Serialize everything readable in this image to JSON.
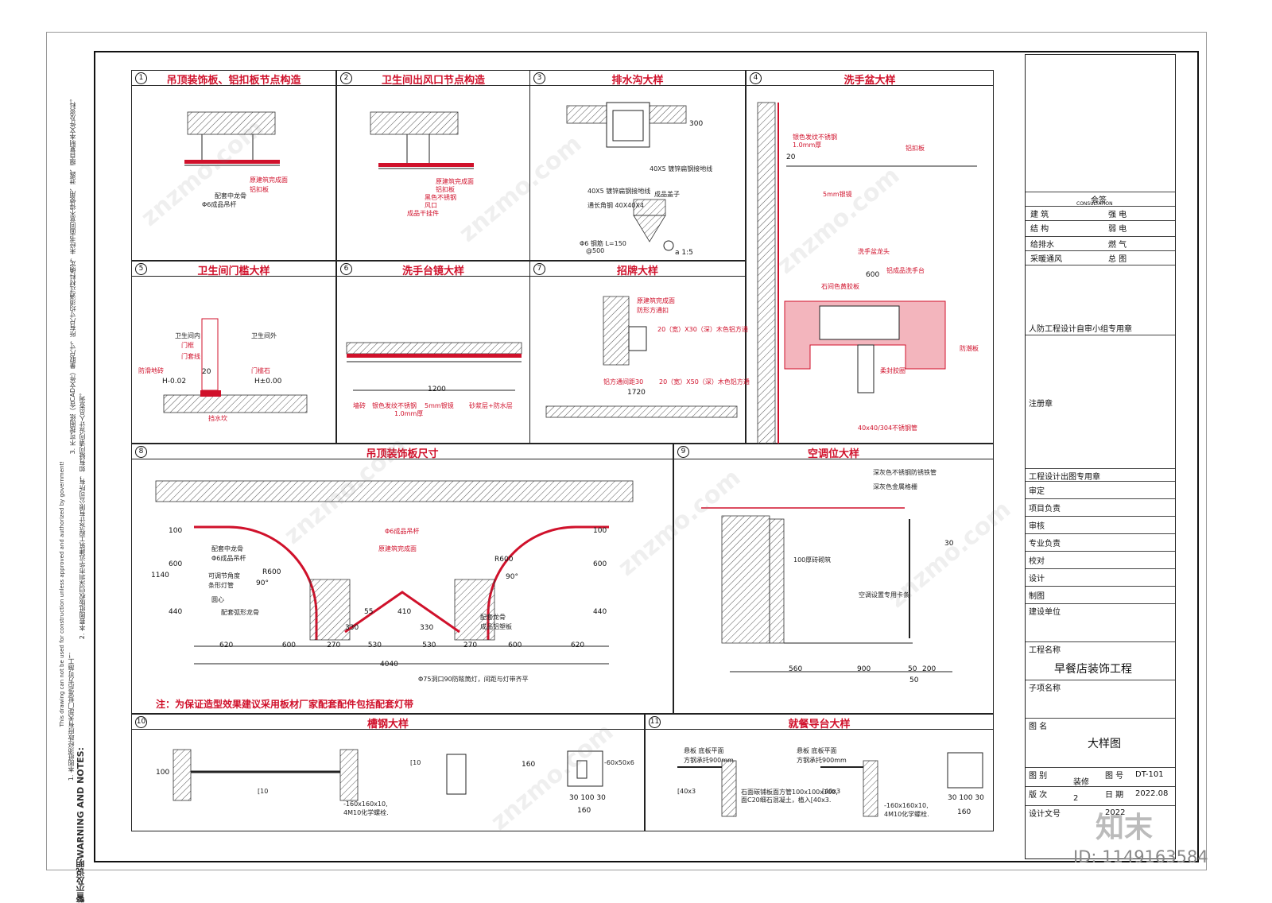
{
  "side_notes": {
    "heading": "警示及说明WARNING AND NOTES:",
    "note1": "1. 本图纸须经政府有关部门批准后方可施工！",
    "note1_en": "This drawing can not be used for construction unless approved and authorized by government!",
    "note2": "2. 本套图纸版权归深圳市华远建筑工程设计有限公司所有，如有疑问请向设计人员查询。",
    "note3": "3. 不可按图纸（含CAD文件）量取尺寸，所有尺寸均须通过材料确定，未经书面同意不得使用、泄露、擅自复制本文件及资料。"
  },
  "panels": [
    {
      "num": "1",
      "title": "吊顶装饰板、铝扣板节点构造"
    },
    {
      "num": "2",
      "title": "卫生间出风口节点构造"
    },
    {
      "num": "3",
      "title": "排水沟大样"
    },
    {
      "num": "4",
      "title": "洗手盆大样"
    },
    {
      "num": "5",
      "title": "卫生间门槛大样"
    },
    {
      "num": "6",
      "title": "洗手台镜大样"
    },
    {
      "num": "7",
      "title": "招牌大样"
    },
    {
      "num": "8",
      "title": "吊顶装饰板尺寸"
    },
    {
      "num": "9",
      "title": "空调位大样"
    },
    {
      "num": "10",
      "title": "槽钢大样"
    },
    {
      "num": "11",
      "title": "就餐导台大样"
    }
  ],
  "p1": {
    "l1": "原建筑完成面",
    "l2": "铝扣板",
    "l3": "配套中龙骨",
    "l4": "Φ6成品吊杆"
  },
  "p2": {
    "l1": "原建筑完成面",
    "l2": "铝扣板",
    "l3": "黑色不锈钢",
    "l4": "风口",
    "l5": "成品干挂件"
  },
  "p3": {
    "l1": "40X5 镀锌扁钢接地线",
    "l2": "通长角钢 40X40X4",
    "l3": "成品盖子",
    "l4": "Φ6 钢筋 L=150",
    "l5": "@500",
    "scale": "a 1:5",
    "d1": "300"
  },
  "p4": {
    "l1": "铝扣板",
    "l2": "银色发纹不锈钢",
    "l3": "1.0mm厚",
    "l4": "5mm银镜",
    "l5": "洗手盆龙头",
    "l6": "铝成品洗手台",
    "l7": "石间色黄胶板",
    "l8": "柔封胶圈",
    "l9": "防潮板",
    "l10": "40x40/304不锈钢管",
    "d1": "20",
    "d2": "600"
  },
  "p5": {
    "l1": "卫生间内",
    "l2": "卫生间外",
    "l3": "门框",
    "l4": "门套线",
    "l5": "门槛石",
    "l6": "防滑地砖",
    "l7": "挡水坎",
    "h1": "H-0.02",
    "h2": "H±0.00",
    "d1": "20"
  },
  "p6": {
    "l1": "墙砖",
    "l2": "银色发纹不锈钢",
    "l3": "1.0mm厚",
    "l4": "5mm银镜",
    "l5": "砂浆层+防水层",
    "d1": "1200"
  },
  "p7": {
    "l1": "原建筑完成面",
    "l2": "防形方通扣",
    "l3": "20（宽）X30（深）木色铝方通",
    "l4": "铝方通间距30",
    "l5": "20（宽）X50（深）木色铝方通",
    "d1": "1720"
  },
  "p8": {
    "l1": "Φ6成品吊杆",
    "l2": "原建筑完成面",
    "l3": "配套中龙骨",
    "l4": "Φ6成品吊杆",
    "l5": "可调节角度",
    "l6": "条形灯管",
    "l7": "圆心",
    "l8": "配套弧形龙骨",
    "l9": "配套龙骨",
    "l10": "成品铝塑板",
    "l11": "Φ75洞口90防眩筒灯，间距与灯带齐平",
    "r1": "R600",
    "r2": "R600",
    "a1": "90°",
    "a2": "90°",
    "dims_h": [
      "620",
      "600",
      "270",
      "530",
      "530",
      "270",
      "600",
      "620"
    ],
    "total": "4040",
    "v1": "100",
    "v2": "600",
    "v3": "440",
    "vt": "1140",
    "s1": "55",
    "s2": "330",
    "s3": "330",
    "s4": "410"
  },
  "p8_note": "注：为保证造型效果建议采用板材厂家配套配件包括配套灯带",
  "p9": {
    "l1": "深灰色不锈钢防锈铁管",
    "l2": "深灰色金属格栅",
    "l3": "100厚砖砌筑",
    "l4": "空调设置专用卡条",
    "d1": "560",
    "d2": "900",
    "d3": "50",
    "d4": "200",
    "d5": "50",
    "v": "30"
  },
  "p10": {
    "l1": "[10",
    "l2": "-160x160x10,",
    "l3": "4M10化学螺栓.",
    "l4": "-60x50x6",
    "d1": "160",
    "d2": "30 100 30",
    "d3": "100"
  },
  "p11": {
    "l1": "悬板 底板平面",
    "l2": "方钢承托900mm",
    "l3": "[40x3",
    "l4": "石面碳铺板面方管100x100x100,",
    "l5": "面C20细石混凝土，植入[40x3.",
    "l6": "-160x160x10,",
    "l7": "4M10化学螺栓.",
    "d1": "160",
    "d2": "30 100 30"
  },
  "titleblock": {
    "huiqian": "会签",
    "huiqian_en": "CONSULTATION",
    "rows": [
      [
        "建 筑",
        "强 电"
      ],
      [
        "结 构",
        "弱 电"
      ],
      [
        "给排水",
        "燃 气"
      ],
      [
        "采暖通风",
        "总 图"
      ]
    ],
    "stamp1": "人防工程设计自审小组专用章",
    "stamp2": "注册章",
    "stamp3": "工程设计出图专用章",
    "roles": [
      "审定",
      "项目负责",
      "审核",
      "专业负责",
      "校对",
      "设计",
      "制图"
    ],
    "client_label": "建设单位",
    "project_label": "工程名称",
    "project": "早餐店装饰工程",
    "subproject_label": "子项名称",
    "title_label": "图 名",
    "title": "大样图",
    "type_label": "图 别",
    "type": "装修",
    "no_label": "图 号",
    "no": "DT-101",
    "ver_label": "版 次",
    "ver": "2",
    "date_label": "日 期",
    "date": "2022.08",
    "doc_label": "设计文号",
    "doc": "2022"
  },
  "watermark": "znzmo.com",
  "id_tag": "ID: 1149163584",
  "logo": "知末"
}
